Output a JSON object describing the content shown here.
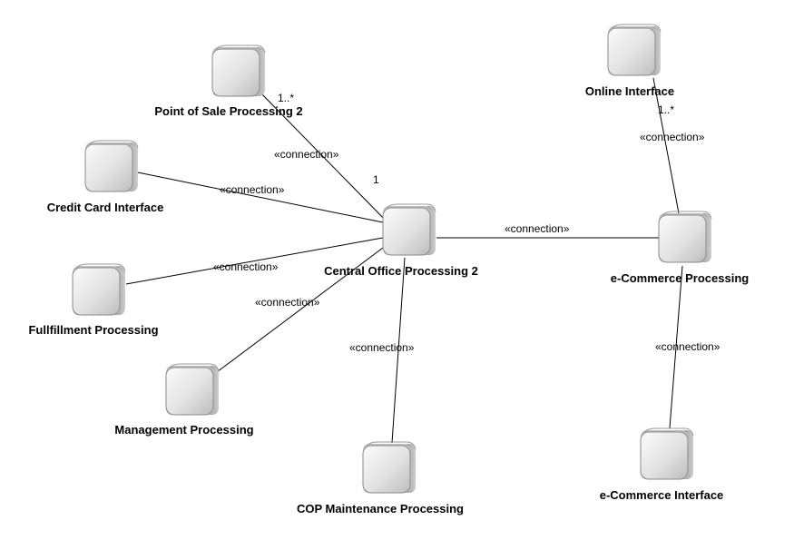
{
  "nodes": {
    "pos2": {
      "label": "Point of Sale Processing 2"
    },
    "cci": {
      "label": "Credit Card Interface"
    },
    "ful": {
      "label": "Fullfillment Processing"
    },
    "mgmt": {
      "label": "Management Processing"
    },
    "cop": {
      "label": "COP Maintenance Processing"
    },
    "central": {
      "label": "Central Office Processing 2"
    },
    "online": {
      "label": "Online Interface"
    },
    "ecp": {
      "label": "e-Commerce Processing"
    },
    "eci": {
      "label": "e-Commerce Interface"
    }
  },
  "edges": [
    {
      "from": "pos2",
      "to": "central",
      "stereotype": "«connection»",
      "mult_from": "1..*",
      "mult_to": "1"
    },
    {
      "from": "cci",
      "to": "central",
      "stereotype": "«connection»"
    },
    {
      "from": "ful",
      "to": "central",
      "stereotype": "«connection»"
    },
    {
      "from": "mgmt",
      "to": "central",
      "stereotype": "«connection»"
    },
    {
      "from": "cop",
      "to": "central",
      "stereotype": "«connection»"
    },
    {
      "from": "central",
      "to": "ecp",
      "stereotype": "«connection»"
    },
    {
      "from": "online",
      "to": "ecp",
      "stereotype": "«connection»",
      "mult_from": "1..*"
    },
    {
      "from": "ecp",
      "to": "eci",
      "stereotype": "«connection»"
    }
  ]
}
